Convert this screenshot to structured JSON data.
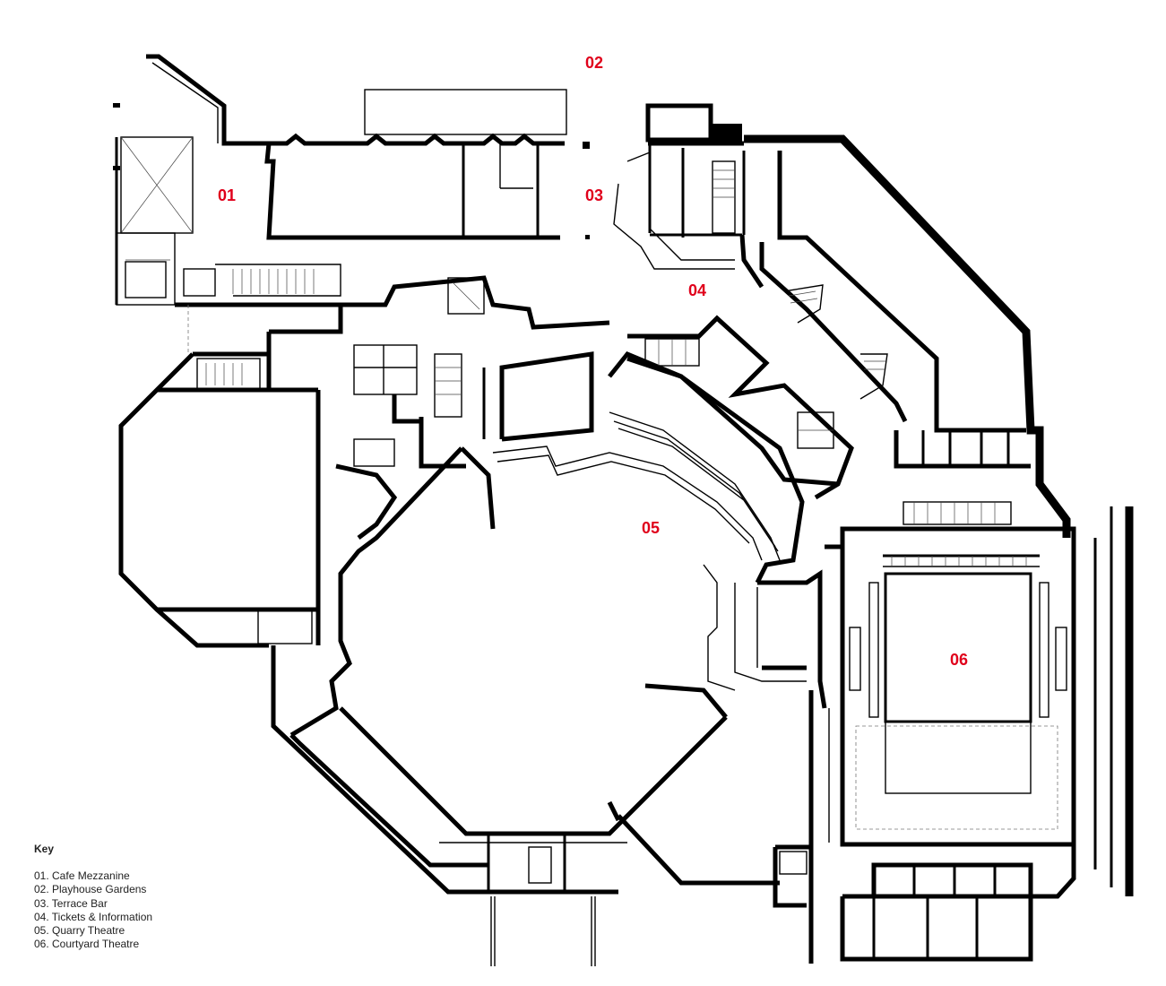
{
  "plan": {
    "label_color": "#e0001b",
    "room_labels": [
      {
        "id": "01",
        "text": "01"
      },
      {
        "id": "02",
        "text": "02"
      },
      {
        "id": "03",
        "text": "03"
      },
      {
        "id": "04",
        "text": "04"
      },
      {
        "id": "05",
        "text": "05"
      },
      {
        "id": "06",
        "text": "06"
      }
    ]
  },
  "key": {
    "title": "Key",
    "items": [
      "01. Cafe Mezzanine",
      "02. Playhouse Gardens",
      "03. Terrace Bar",
      "04. Tickets & Information",
      "05. Quarry Theatre",
      "06. Courtyard Theatre"
    ]
  }
}
